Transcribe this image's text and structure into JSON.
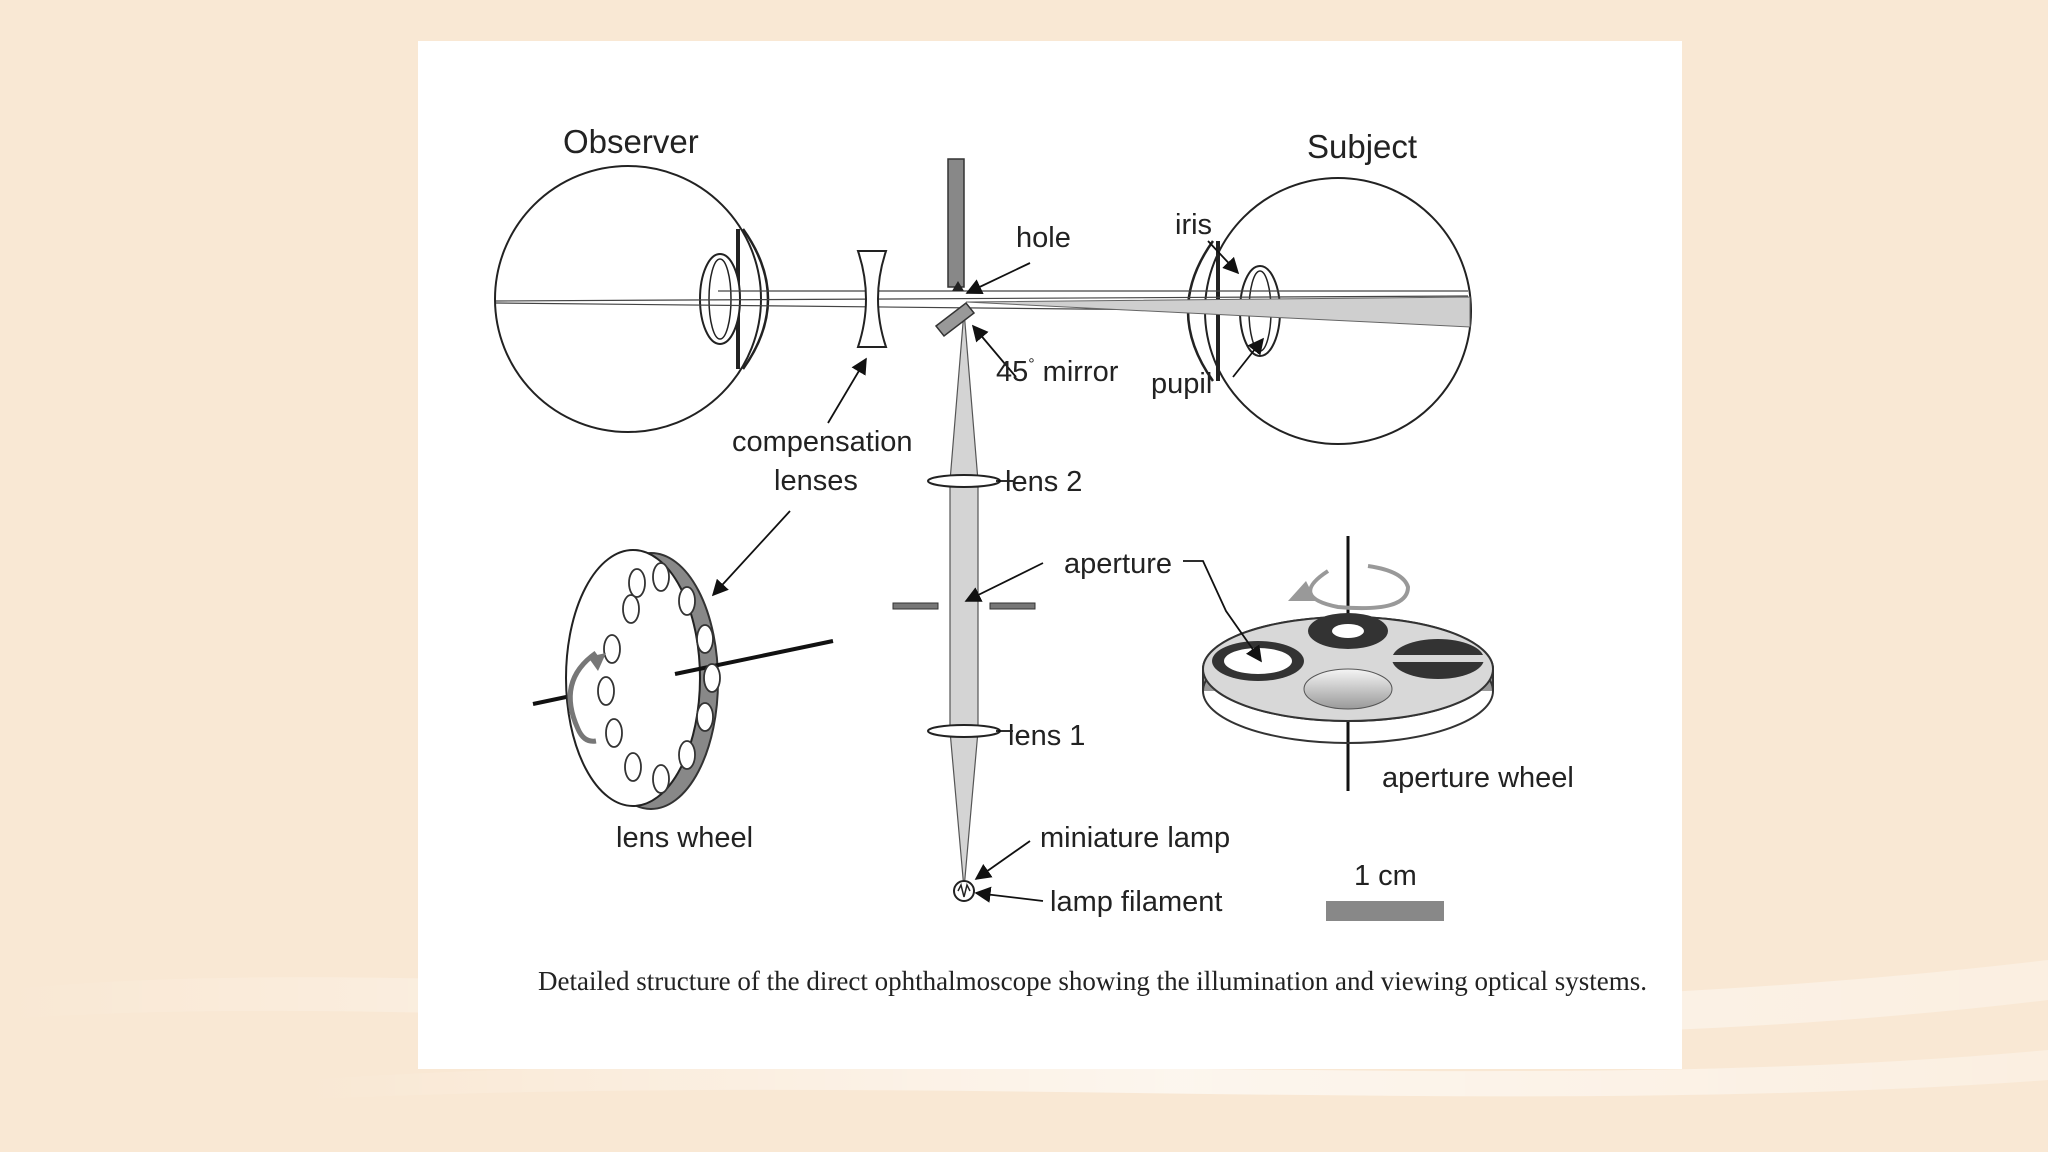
{
  "figure": {
    "labels": {
      "observer": "Observer",
      "subject": "Subject",
      "hole": "hole",
      "iris": "iris",
      "mirror_deg": "45",
      "mirror_sup": "°",
      "mirror_word": "mirror",
      "pupil": "pupil",
      "compensation_line1": "compensation",
      "compensation_line2": "lenses",
      "lens2": "lens 2",
      "aperture": "aperture",
      "lens1": "lens 1",
      "aperture_wheel": "aperture wheel",
      "lens_wheel": "lens wheel",
      "miniature_lamp": "miniature lamp",
      "lamp_filament": "lamp filament",
      "scale": "1 cm"
    },
    "caption": "Detailed structure of the direct ophthalmoscope showing the illumination and viewing optical systems."
  },
  "colors": {
    "background": "#f9e8d4",
    "card": "#ffffff",
    "ink": "#222222",
    "beam": "#cfcfcf",
    "gray": "#888888"
  }
}
